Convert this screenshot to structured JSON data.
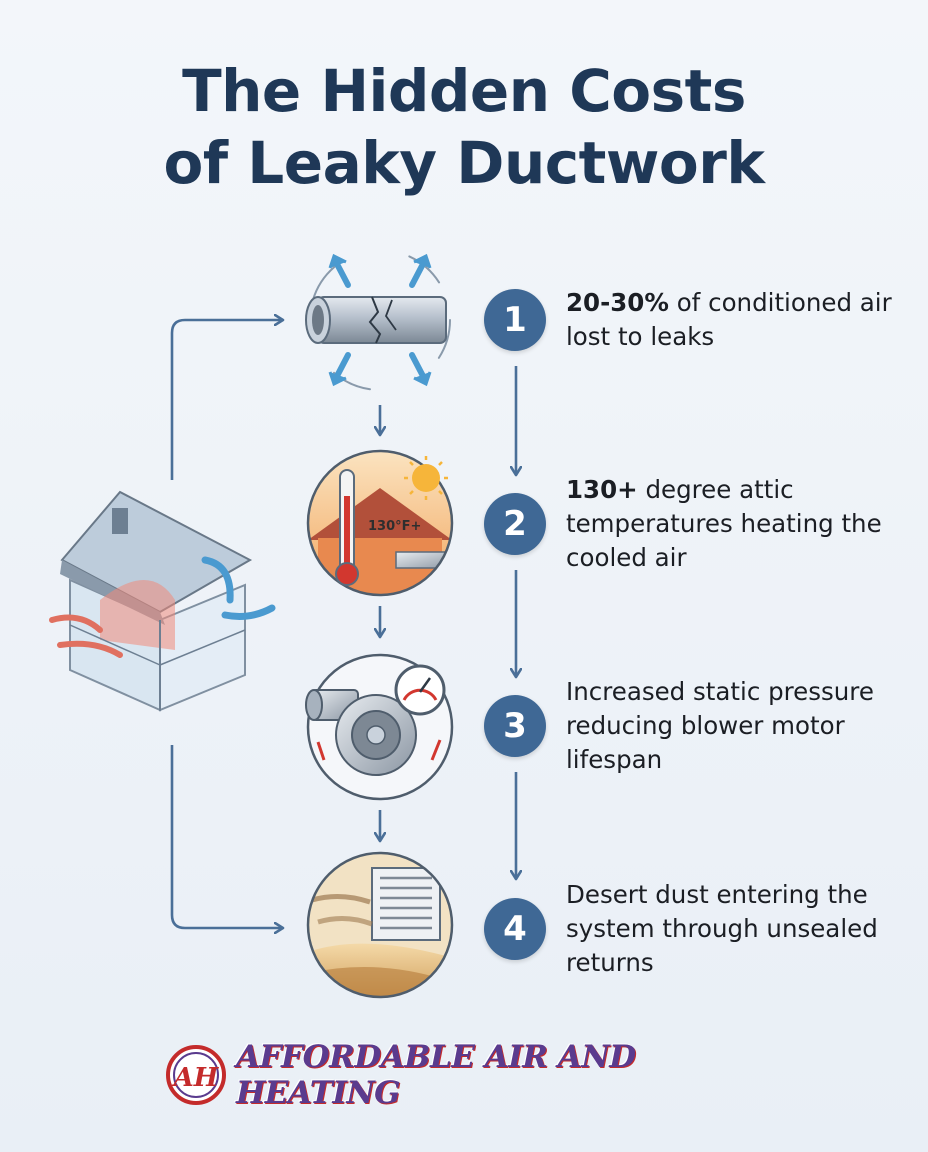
{
  "header": {
    "title_line1": "The Hidden Costs",
    "title_line2": "of Leaky Ductwork"
  },
  "illustrations": {
    "attic_temp_label": "130°F+"
  },
  "steps": [
    {
      "number": "1",
      "bold": "20-30%",
      "text": " of conditioned air lost to leaks"
    },
    {
      "number": "2",
      "bold": "130+",
      "text": " degree attic temperatures heating the cooled air"
    },
    {
      "number": "3",
      "bold": "",
      "text": "Increased static pressure reducing blower motor lifespan"
    },
    {
      "number": "4",
      "bold": "",
      "text": "Desert dust entering the system through unsealed returns"
    }
  ],
  "brand": {
    "name": "AFFORDABLE AIR AND HEATING",
    "monogram": "AH"
  },
  "colors": {
    "title": "#1f3857",
    "badge": "#3f6895",
    "arrow": "#4a6f98",
    "brand_red": "#c42b2b",
    "brand_purple": "#5a3b8e"
  }
}
